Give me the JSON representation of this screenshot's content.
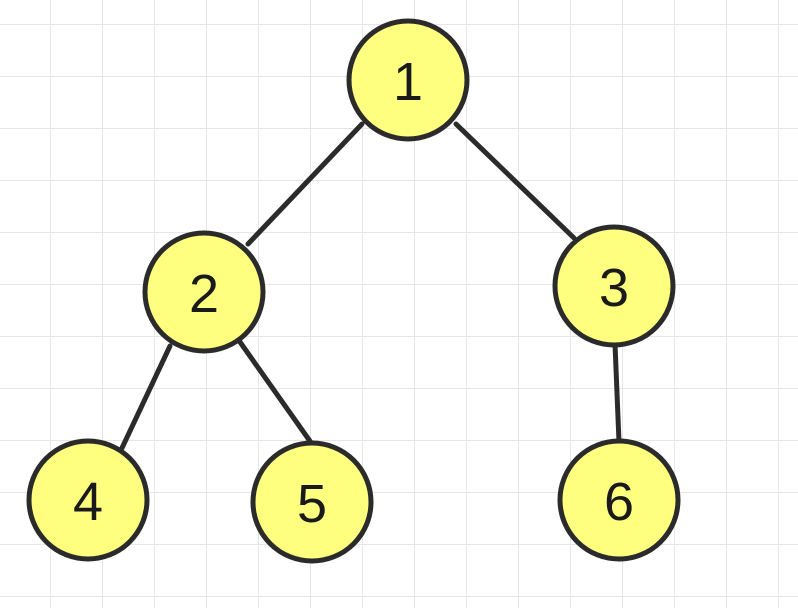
{
  "tree": {
    "nodes": [
      {
        "id": "1",
        "label": "1"
      },
      {
        "id": "2",
        "label": "2"
      },
      {
        "id": "3",
        "label": "3"
      },
      {
        "id": "4",
        "label": "4"
      },
      {
        "id": "5",
        "label": "5"
      },
      {
        "id": "6",
        "label": "6"
      }
    ],
    "edges": [
      {
        "from": "1",
        "to": "2"
      },
      {
        "from": "1",
        "to": "3"
      },
      {
        "from": "2",
        "to": "4"
      },
      {
        "from": "2",
        "to": "5"
      },
      {
        "from": "3",
        "to": "6"
      }
    ],
    "colors": {
      "node_fill": "#ffff7f",
      "node_stroke": "#2b2b2b",
      "edge": "#2b2b2b",
      "grid": "#e6e6e6",
      "background": "#ffffff"
    }
  }
}
